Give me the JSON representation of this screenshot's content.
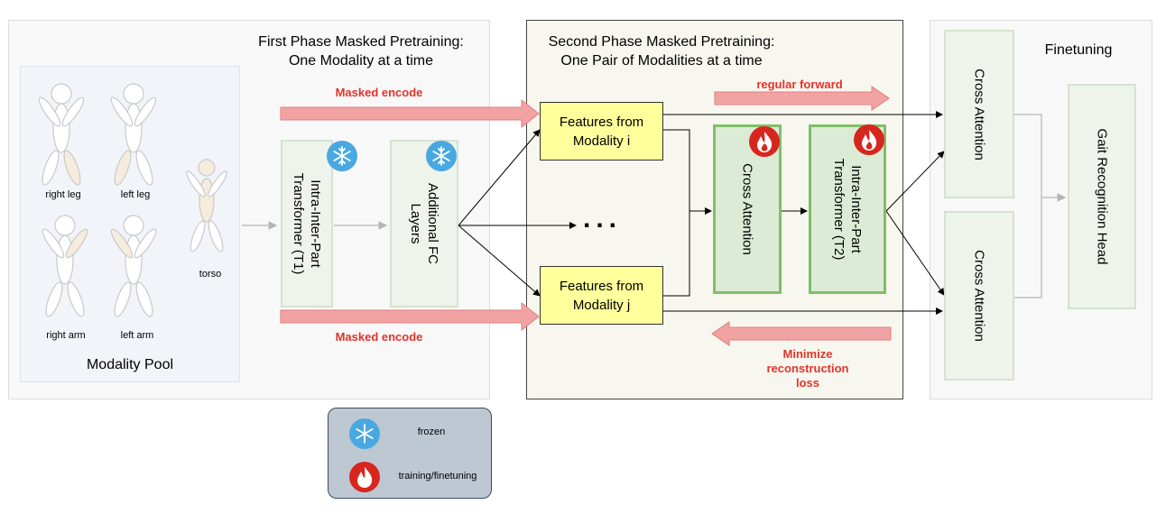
{
  "phase1": {
    "title_line1": "First Phase Masked Pretraining:",
    "title_line2": "One Modality at a time",
    "modality_pool_label": "Modality Pool",
    "body_parts": {
      "right_leg": "right leg",
      "left_leg": "left leg",
      "torso": "torso",
      "right_arm": "right arm",
      "left_arm": "left arm"
    },
    "masked_encode_top": "Masked encode",
    "masked_encode_bottom": "Masked encode",
    "transformer_t1": "Intra-Inter-Part Transformer (T1)",
    "fc_layers": "Additional FC Layers"
  },
  "phase2": {
    "title_line1": "Second Phase Masked Pretraining:",
    "title_line2": "One Pair of Modalities at a time",
    "features_i_line1": "Features from",
    "features_i_line2": "Modality i",
    "features_j_line1": "Features from",
    "features_j_line2": "Modality j",
    "ellipsis": "...",
    "regular_forward": "regular forward",
    "cross_attention": "Cross Attention",
    "transformer_t2": "Intra-Inter-Part Transformer (T2)",
    "minimize_line1": "Minimize",
    "minimize_line2": "reconstruction",
    "minimize_line3": "loss"
  },
  "finetuning": {
    "title": "Finetuning",
    "cross_attention_top": "Cross Attention",
    "cross_attention_bottom": "Cross Attention",
    "head": "Gait Recognition Head"
  },
  "legend": {
    "frozen": "frozen",
    "training": "training/finetuning"
  },
  "colors": {
    "accent_red": "#e0342b",
    "arrow_fill": "#f1a3a3",
    "frozen_blue": "#4aa8e0",
    "highlight_yellow": "#ffff9c",
    "green_border": "#7fbf6a"
  },
  "icons": {
    "frozen": "snowflake-icon",
    "training": "flame-icon"
  }
}
